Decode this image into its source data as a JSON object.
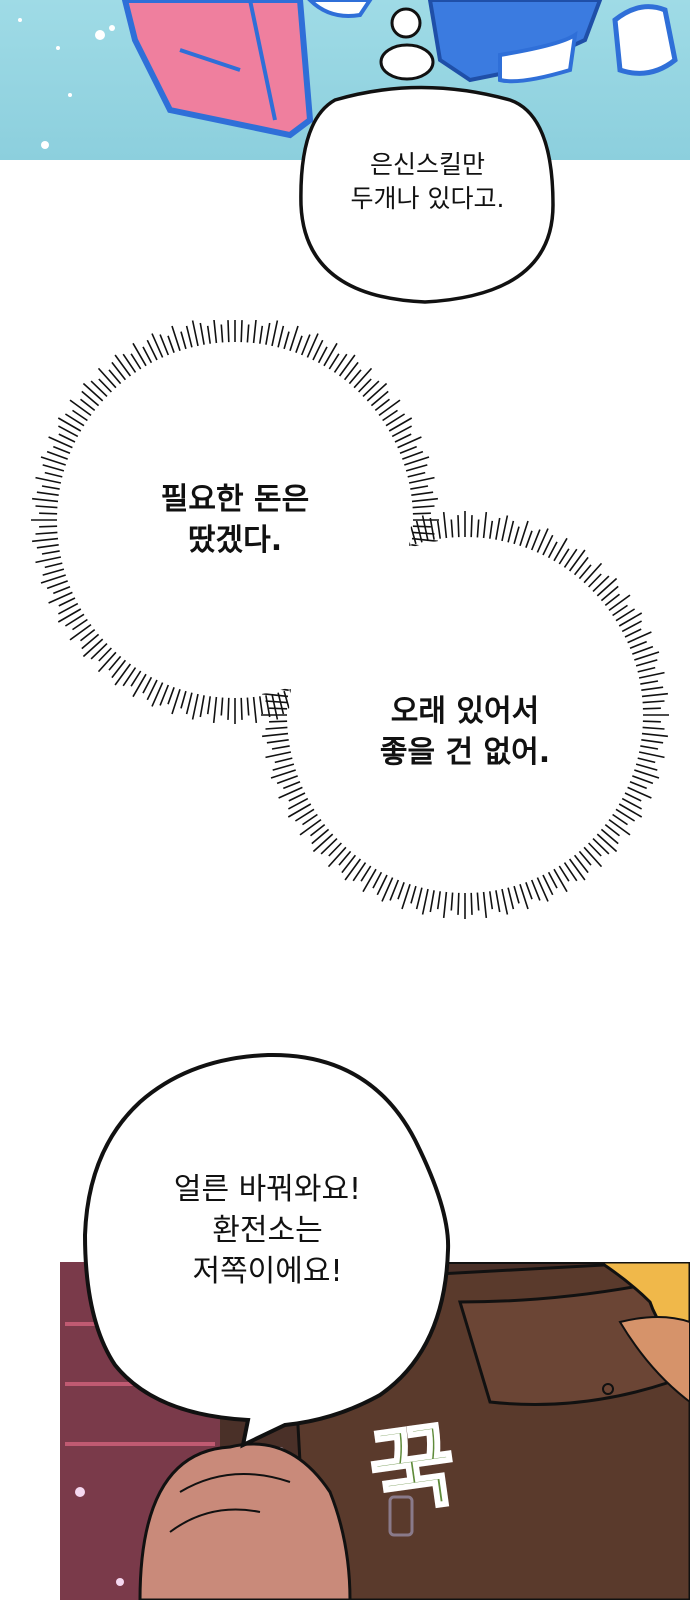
{
  "panel_top": {
    "bg_colors": [
      "#8fd3e0",
      "#b9e6ef"
    ],
    "accent_pink": "#ef7f9e",
    "accent_blue": "#2f6fd8"
  },
  "thought_bubble": {
    "lines": [
      "은신스킬만",
      "두개나 있다고."
    ]
  },
  "burst_bubble_left": {
    "lines": [
      "필요한 돈은",
      "땄겠다."
    ]
  },
  "burst_bubble_right": {
    "lines": [
      "오래 있어서",
      "좋을 건 없어."
    ]
  },
  "speech_bubble": {
    "lines": [
      "얼른 바꿔와요!",
      "환전소는",
      "저쪽이에요!"
    ]
  },
  "sound_effect": {
    "text": "꾹",
    "color": "#5f8b3a"
  },
  "panel_bottom": {
    "bg_color": "#4a3028",
    "jacket_color": "#5a3a2c",
    "hair_color": "#f0b84a"
  }
}
